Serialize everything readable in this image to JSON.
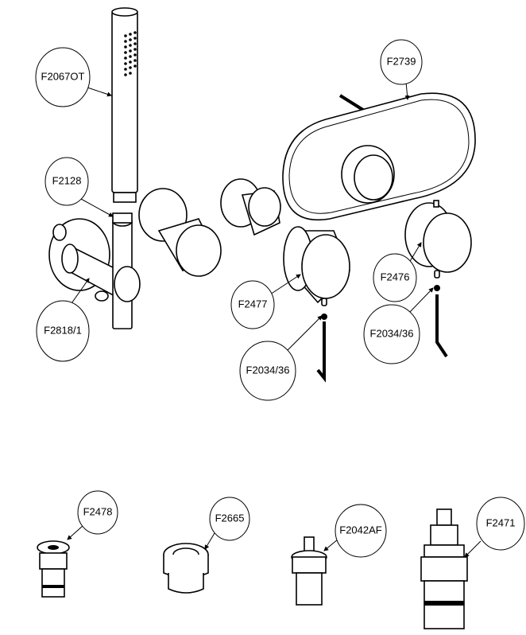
{
  "callouts": {
    "hand_shower": "F2067OT",
    "cover_plate": "F2739",
    "hose_connector": "F2128",
    "wall_outlet_holder": "F2818/1",
    "knob_left": "F2477",
    "knob_right": "F2476",
    "screw_left": "F2034/36",
    "screw_right": "F2034/36",
    "part_bottom_1": "F2478",
    "part_bottom_2": "F2665",
    "cartridge_small": "F2042AF",
    "cartridge_thermostatic": "F2471"
  },
  "colors": {
    "line": "#000000",
    "background": "#ffffff"
  }
}
